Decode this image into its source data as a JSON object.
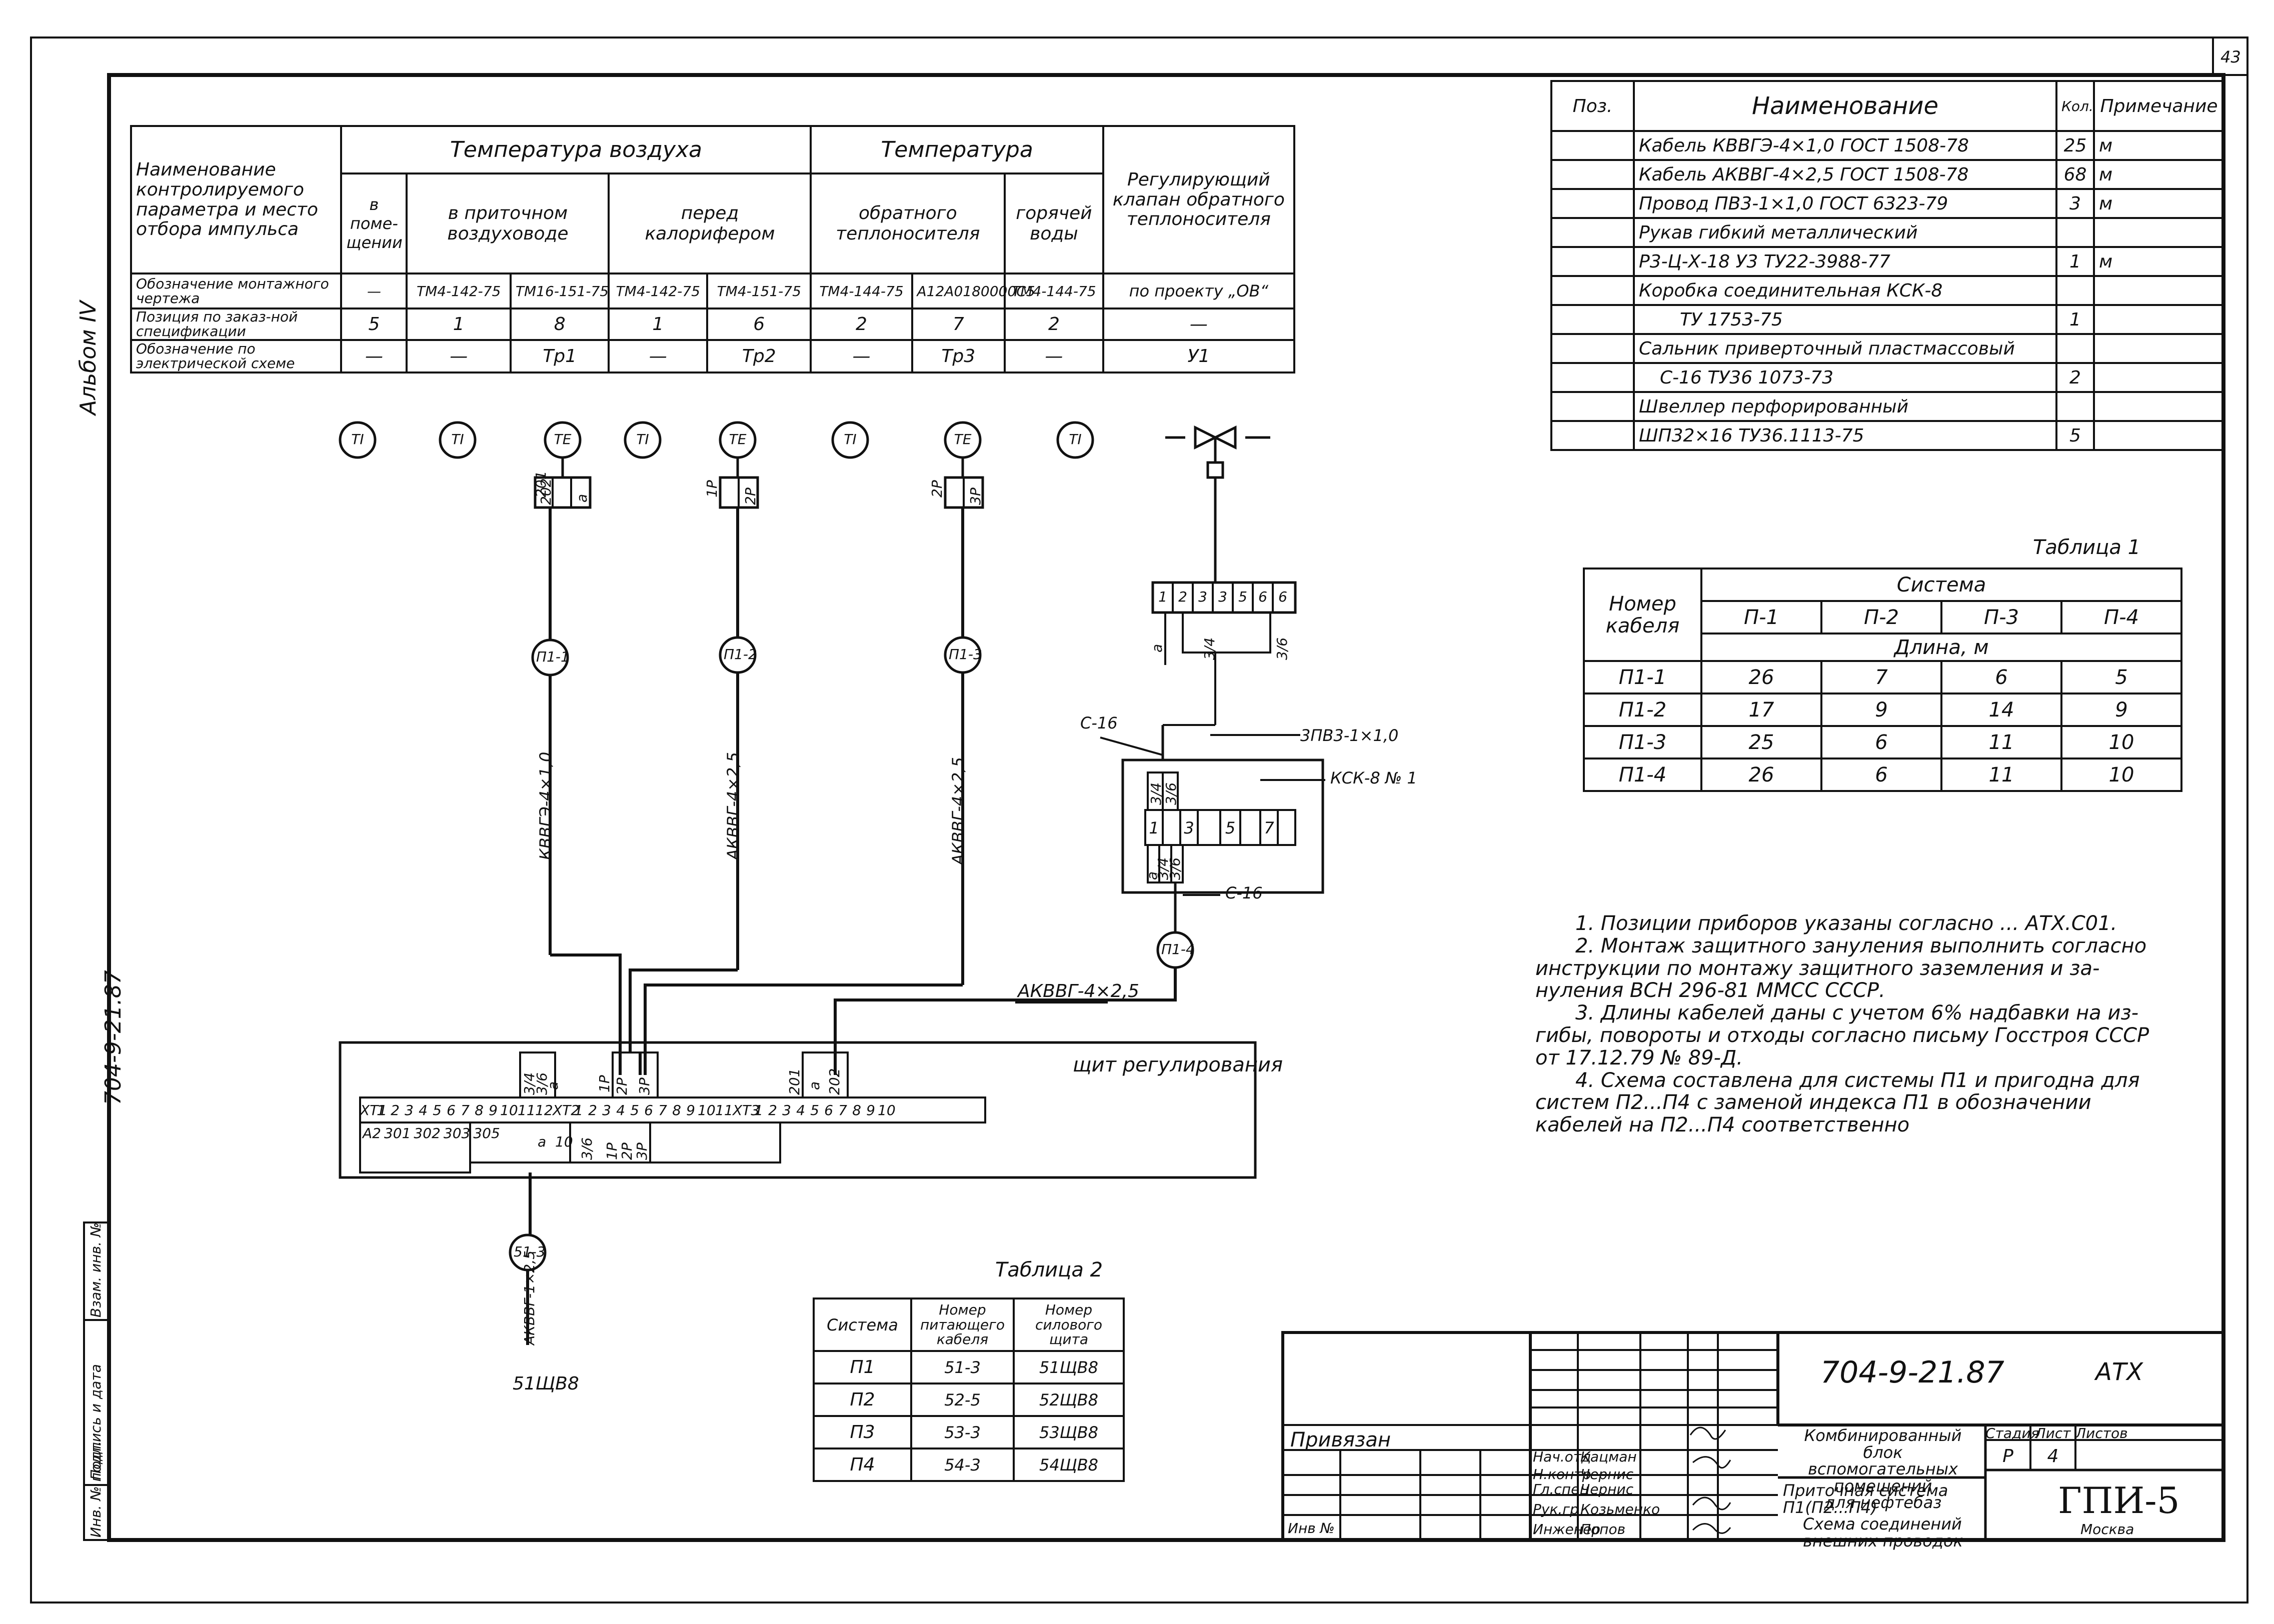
{
  "sheet": {
    "page_number": "43",
    "album_label": "Альбом IV",
    "project_code_side": "704-9-21.87"
  },
  "left_strip": {
    "inv_podl": "Инв. № подл.",
    "podpis_data": "Подпись и дата",
    "vzam_inv": "Взам. инв. №"
  },
  "params_table": {
    "head_naimenovanie": "Наименование контролируемого параметра и место отбора импульса",
    "head_temp_air": "Температура воздуха",
    "head_temp": "Температура",
    "head_reg": "Регулирующий клапан обратного теплоносителя",
    "sub_heads": [
      "в поме-щении",
      "в приточном воздуховоде",
      "перед калорифером",
      "обратного теплоносителя",
      "горячей воды"
    ],
    "row_labels": [
      "Обозначение монтажного чертежа",
      "Позиция по заказ-ной спецификации",
      "Обозначение по электрической схеме"
    ],
    "rows": [
      [
        "—",
        "ТМ4-142-75",
        "ТМ16-151-75",
        "ТМ4-142-75",
        "ТМ4-151-75",
        "ТМ4-144-75",
        "А12А0180000С5",
        "ТМ4-144-75",
        "по проекту „ОВ“"
      ],
      [
        "5",
        "1",
        "8",
        "1",
        "6",
        "2",
        "7",
        "2",
        "—"
      ],
      [
        "—",
        "—",
        "Тр1",
        "—",
        "Тр2",
        "—",
        "Тр3",
        "—",
        "У1"
      ]
    ]
  },
  "spec_table": {
    "headers": [
      "Поз.",
      "Наименование",
      "Кол.",
      "Примечание"
    ],
    "rows": [
      [
        "",
        "Кабель КВВГЭ-4×1,0 ГОСТ 1508-78",
        "25",
        "м"
      ],
      [
        "",
        "Кабель АКВВГ-4×2,5 ГОСТ 1508-78",
        "68",
        "м"
      ],
      [
        "",
        "Провод ПВ3-1×1,0 ГОСТ 6323-79",
        "3",
        "м"
      ],
      [
        "",
        "Рукав гибкий металлический",
        "",
        ""
      ],
      [
        "",
        "Р3-Ц-Х-18 У3 ТУ22-3988-77",
        "1",
        "м"
      ],
      [
        "",
        "Коробка соединительная КСК-8",
        "",
        ""
      ],
      [
        "",
        "ТУ 1753-75",
        "1",
        ""
      ],
      [
        "",
        "Сальник приверточный пластмассовый",
        "",
        ""
      ],
      [
        "",
        "С-16 ТУ36 1073-73",
        "2",
        ""
      ],
      [
        "",
        "Швеллер перфорированный",
        "",
        ""
      ],
      [
        "",
        "ШП32×16 ТУ36.1113-75",
        "5",
        ""
      ]
    ]
  },
  "table1": {
    "title": "Таблица 1",
    "head_cable": "Номер кабеля",
    "head_system": "Система",
    "systems": [
      "П-1",
      "П-2",
      "П-3",
      "П-4"
    ],
    "length_label": "Длина, м",
    "rows": [
      [
        "П1-1",
        "26",
        "7",
        "6",
        "5"
      ],
      [
        "П1-2",
        "17",
        "9",
        "14",
        "9"
      ],
      [
        "П1-3",
        "25",
        "6",
        "11",
        "10"
      ],
      [
        "П1-4",
        "26",
        "6",
        "11",
        "10"
      ]
    ]
  },
  "table2": {
    "title": "Таблица 2",
    "headers": [
      "Система",
      "Номер питающего кабеля",
      "Номер силового щита"
    ],
    "rows": [
      [
        "П1",
        "51-3",
        "51ЩВ8"
      ],
      [
        "П2",
        "52-5",
        "52ЩВ8"
      ],
      [
        "П3",
        "53-3",
        "53ЩВ8"
      ],
      [
        "П4",
        "54-3",
        "54ЩВ8"
      ]
    ]
  },
  "notes": [
    "1. Позиции приборов указаны согласно ... АТХ.С01.",
    "2. Монтаж защитного зануления выполнить согласно",
    "инструкции по монтажу защитного заземления и за-",
    "нуления ВСН 296-81 ММСС СССР.",
    "3. Длины кабелей даны с учетом 6% надбавки на из-",
    "гибы, повороты и отходы согласно письму Госстроя СССР",
    "от 17.12.79 № 89-Д.",
    "4. Схема составлена для системы П1 и пригодна для",
    "систем П2...П4 с заменой индекса П1 в обозначении",
    "кабелей на П2...П4 соответственно"
  ],
  "diagram": {
    "sensors": [
      "TI",
      "TI",
      "TE",
      "TI",
      "TE",
      "TI",
      "TE",
      "TI"
    ],
    "sensor_tags": [
      [
        "201",
        "202",
        "a"
      ],
      [
        "1P",
        "2P"
      ],
      [
        "2P",
        "3P"
      ]
    ],
    "cable_markers": [
      "П1-1",
      "П1-2",
      "П1-3",
      "П1-4",
      "51-3"
    ],
    "cable_types": [
      "КВВГЭ-4×1,0",
      "АКВВГ-4×2,5",
      "АКВВГ-4×2,5",
      "АКВВГ-4×2,5"
    ],
    "valve_terminals": [
      "1",
      "2",
      "3",
      "3",
      "5",
      "6",
      "6"
    ],
    "valve_wire_tags": [
      "a",
      "3/4",
      "3/6"
    ],
    "box_label": "КСК-8 № 1",
    "box_terminals": [
      "1",
      "3",
      "5",
      "7"
    ],
    "box_tags_top": [
      "3/4",
      "3/6"
    ],
    "box_tags_bottom": [
      "a",
      "3/4",
      "3/6"
    ],
    "c16_top": "С-16",
    "c16_bottom": "С-16",
    "wire_label": "3ПВ3-1×1,0",
    "panel_label": "щит регулирования",
    "panel_terminals_left": [
      "XT1",
      "1",
      "2",
      "3",
      "4",
      "5",
      "6",
      "7",
      "8",
      "9",
      "10",
      "11",
      "12"
    ],
    "panel_terminals_mid": [
      "XT2",
      "1",
      "2",
      "3",
      "4",
      "5",
      "6",
      "7",
      "8",
      "9",
      "10",
      "11"
    ],
    "panel_terminals_right": [
      "XT3",
      "1",
      "2",
      "3",
      "4",
      "5",
      "6",
      "7",
      "8",
      "9",
      "10"
    ],
    "panel_bottom_tags": [
      "А2",
      "301",
      "302",
      "303",
      "305"
    ],
    "panel_top_tags": [
      "3/4",
      "3/6",
      "a",
      "1P",
      "2P",
      "3P",
      "201",
      "a",
      "202"
    ],
    "panel_mid_tags": [
      "a",
      "10",
      "3/6",
      "1P",
      "2P",
      "3P"
    ],
    "supply_cable": "АКВВГ-1×2,5",
    "switchboard": "51ЩВ8"
  },
  "title_block": {
    "doc_code": "704-9-21.87",
    "doc_mark": "АТХ",
    "object_title": [
      "Комбинированный блок",
      "вспомогательных помещений",
      "для нефтебаз"
    ],
    "sheet_title": [
      "Приточная система П1(П2...П4)",
      "Схема соединений",
      "внешних проводок"
    ],
    "stage_head": "Стадия",
    "sheet_head": "Лист",
    "sheets_head": "Листов",
    "stage": "Р",
    "sheet": "4",
    "org": "ГПИ-5",
    "city": "Москва",
    "privyazan": "Привязан",
    "inv": "Инв №",
    "roles": [
      [
        "Нач.отд",
        "Кацман"
      ],
      [
        "Н.контр",
        "Чернис"
      ],
      [
        "Гл.спец",
        "Чернис"
      ],
      [
        "Рук.гр",
        "Козьменко"
      ],
      [
        "Инженер",
        "Попов"
      ]
    ]
  }
}
